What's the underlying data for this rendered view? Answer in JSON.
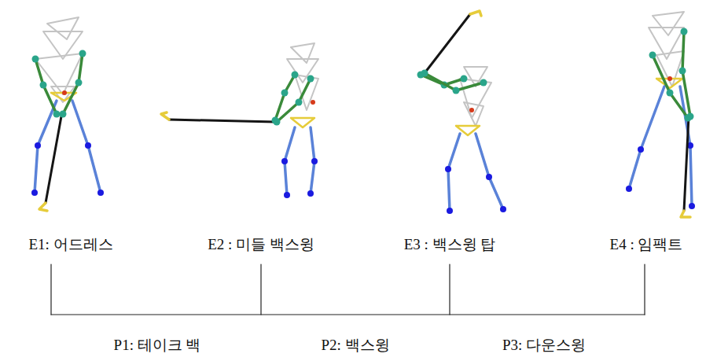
{
  "diagram": {
    "labels": [
      "E1: 어드레스",
      "E2 : 미들 백스윙",
      "E3 : 백스윙 탑",
      "E4 : 임팩트",
      "P1: 테이크 백",
      "P2: 백스윙",
      "P3: 다운스윙"
    ]
  }
}
